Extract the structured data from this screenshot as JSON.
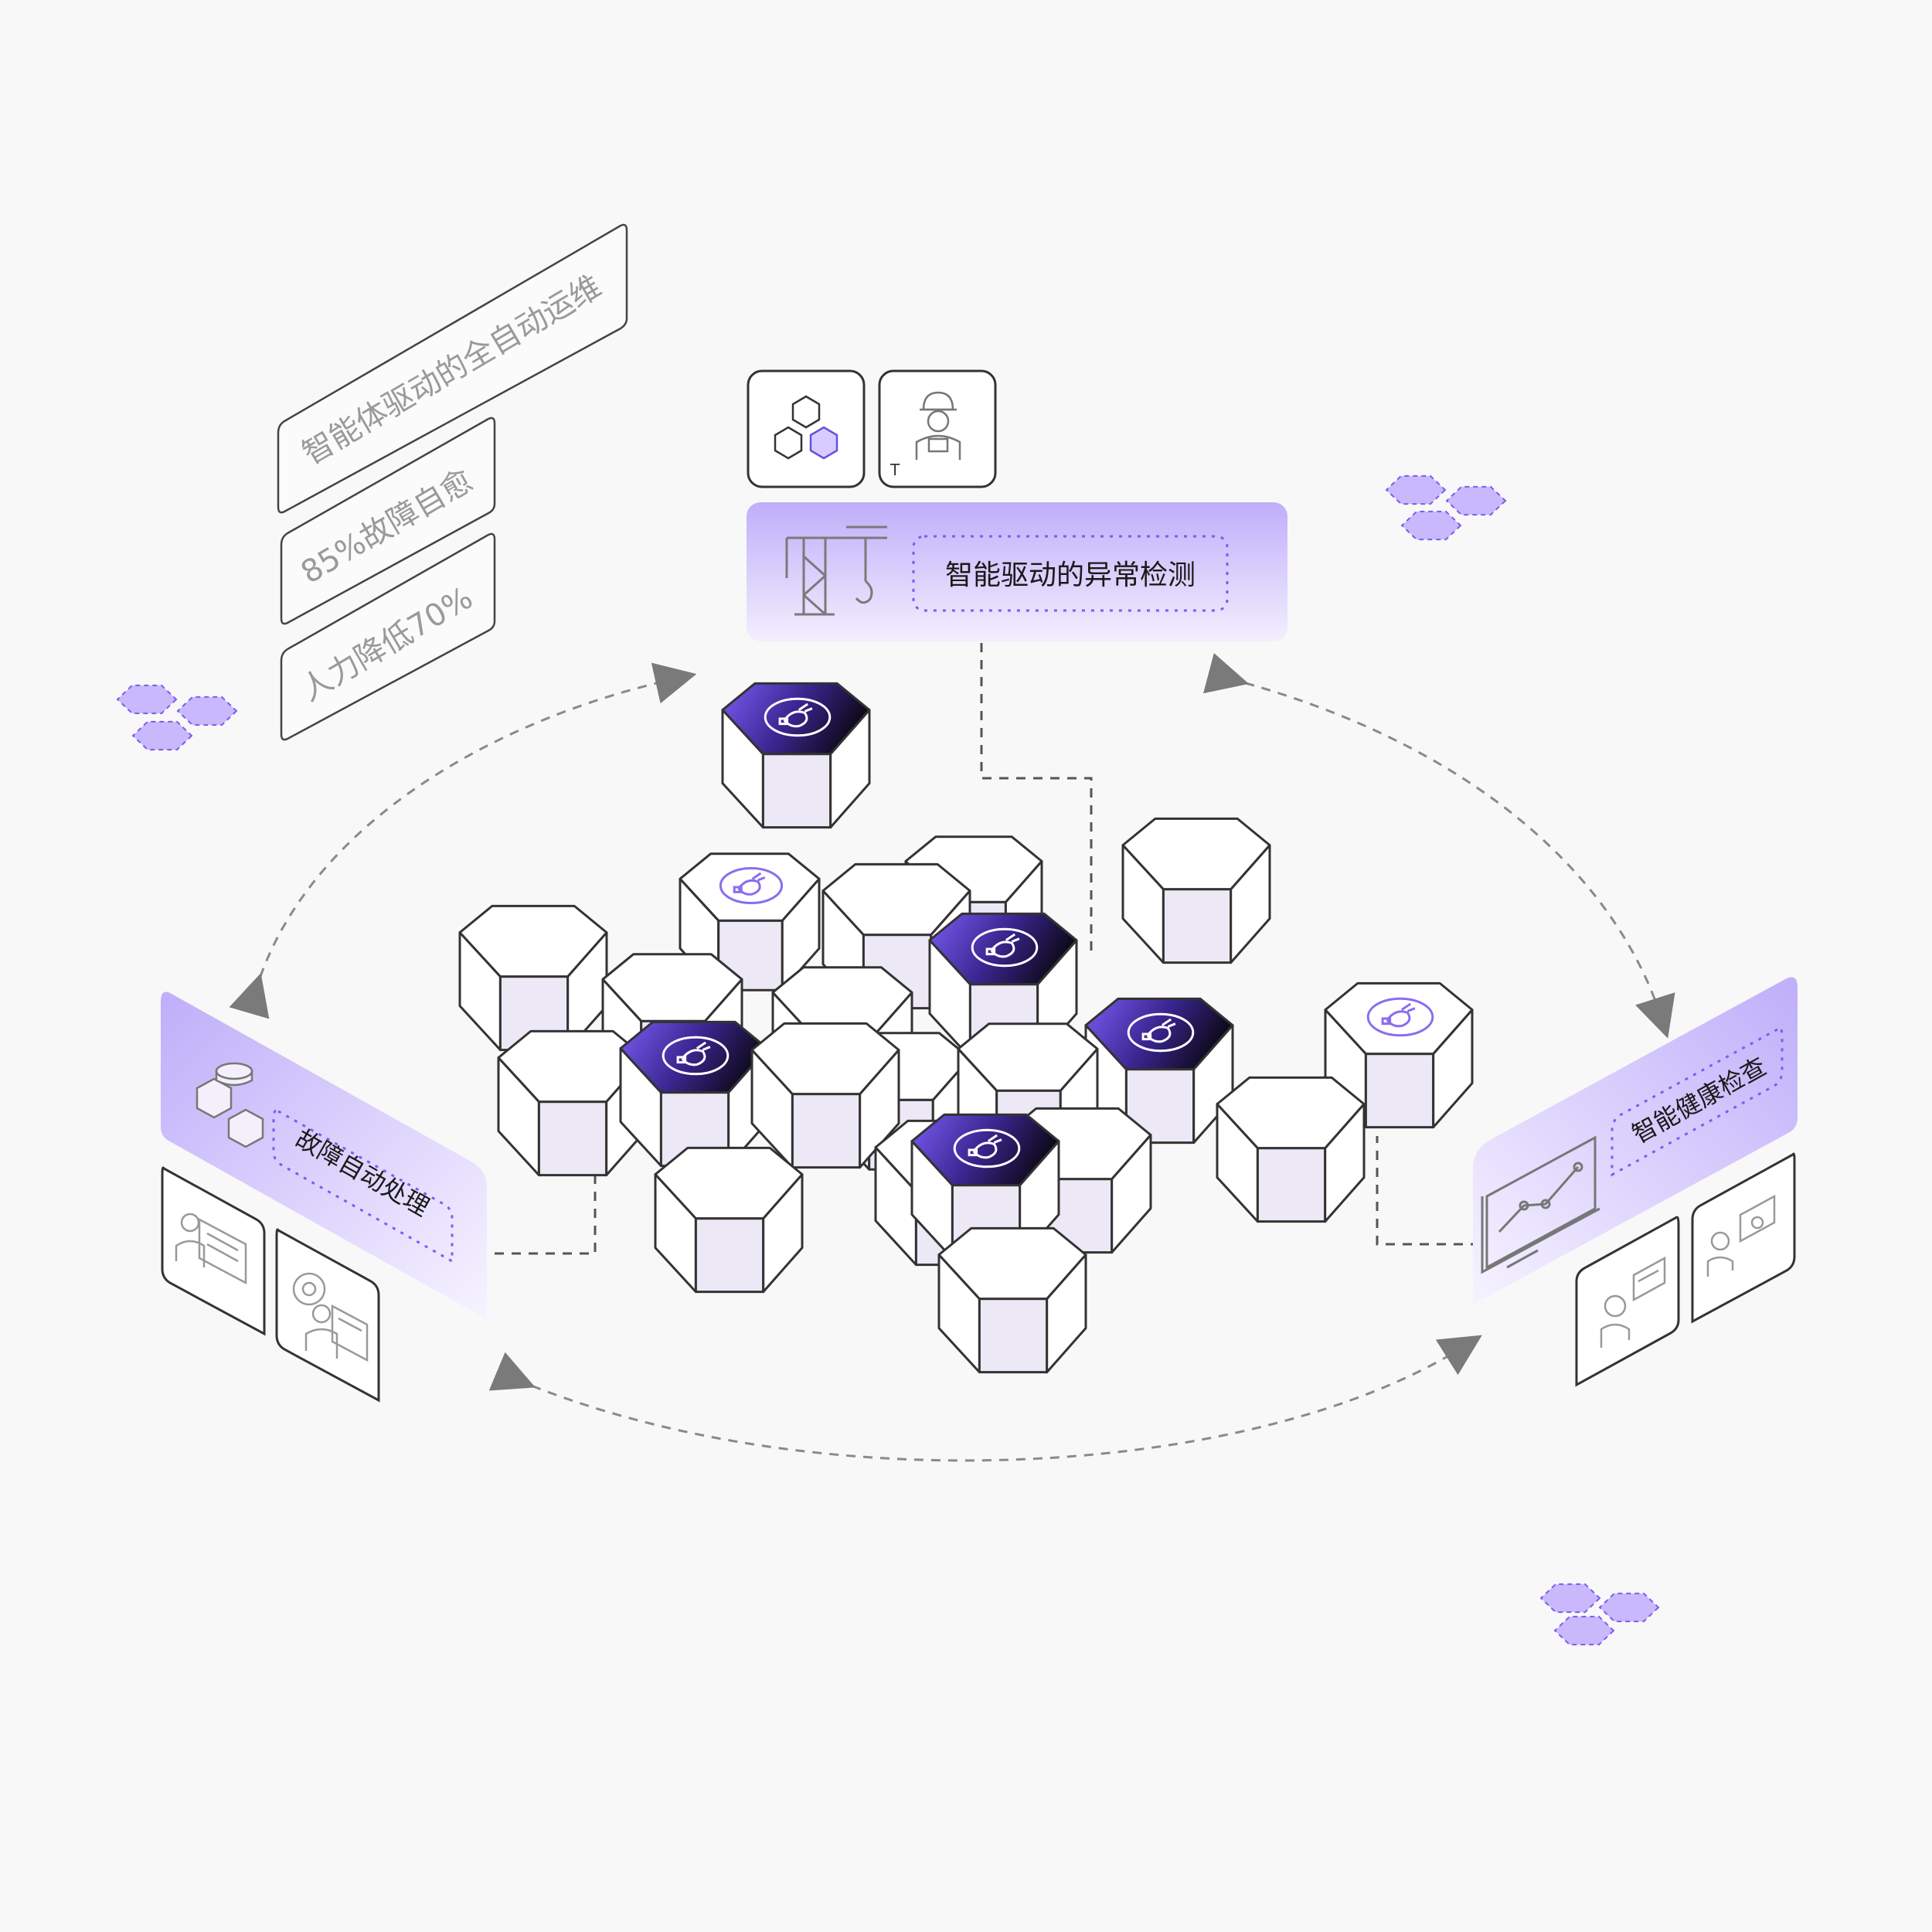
{
  "stats": {
    "headline": "智能体驱动的全自动运维",
    "self_heal": "85%故障自愈",
    "labor_cut": "人力降低70%"
  },
  "panels": {
    "top": {
      "label": "智能驱动的异常检测",
      "badge_letter": "T"
    },
    "left": {
      "label": "故障自动处理"
    },
    "right": {
      "label": "智能健康检查"
    }
  },
  "colors": {
    "accent": "#7b5cf0",
    "accent_light": "#c9b8fb",
    "accent_dark": "#120c26",
    "hex_side": "#ece8f5",
    "outline": "#333333"
  }
}
